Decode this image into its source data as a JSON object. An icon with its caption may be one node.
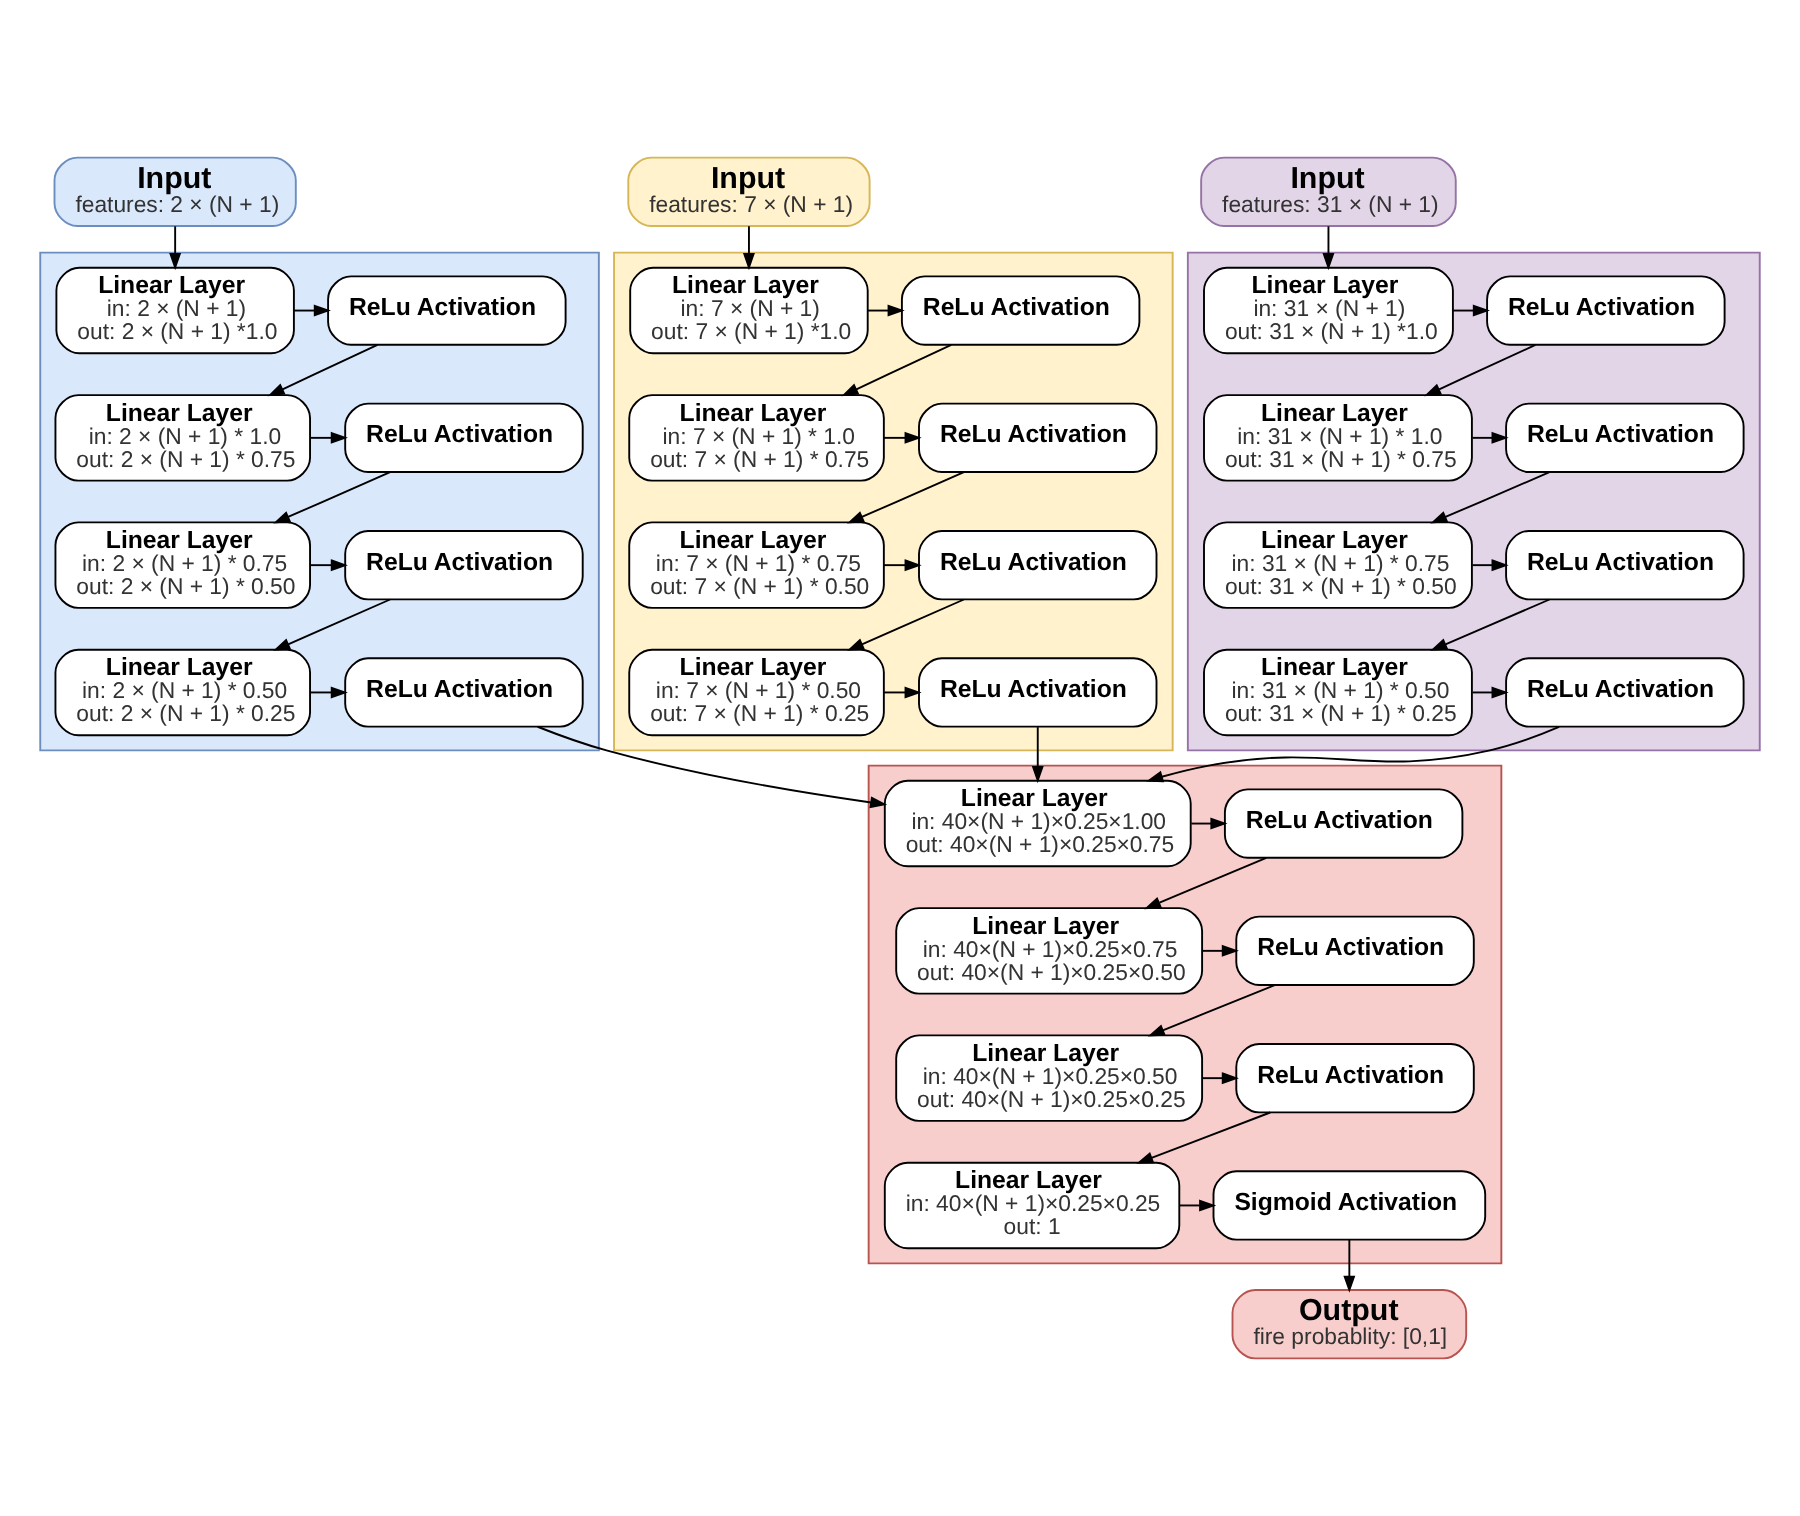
{
  "diagram": {
    "nodes": [
      {
        "text": [
          "Input",
          "features: 2 × (N + 1)"
        ]
      },
      {
        "text": [
          "Input",
          "features: 7 × (N + 1)"
        ]
      },
      {
        "text": [
          "Input",
          "features: 31 × (N + 1)"
        ]
      },
      {
        "text": [],
        "shape": "box"
      },
      {
        "text": [
          "Linear Layer",
          "in: 2 × (N + 1)",
          "out: 2 × (N + 1) *1.0"
        ],
        "in": 3
      },
      {
        "text": [
          "ReLu Activation"
        ],
        "in": 3
      },
      {
        "text": [
          "Linear Layer",
          "in: 2 × (N + 1) * 1.0",
          "out: 2 × (N + 1) * 0.75"
        ],
        "in": 3
      },
      {
        "text": [
          "ReLu Activation"
        ],
        "in": 3
      },
      {
        "text": [
          "Linear Layer",
          "in: 2 × (N + 1) * 0.75",
          "out: 2 × (N + 1) * 0.50"
        ],
        "in": 3
      },
      {
        "text": [
          "ReLu Activation"
        ],
        "in": 3
      },
      {
        "text": [
          "Linear Layer",
          "in: 2 × (N + 1) * 0.50",
          "out: 2 × (N + 1) * 0.25"
        ],
        "in": 3
      },
      {
        "text": [
          "ReLu Activation"
        ],
        "in": 3
      },
      {
        "text": [],
        "shape": "box"
      },
      {
        "text": [
          "Linear Layer",
          "in: 7 × (N + 1)",
          "out: 7 × (N + 1) *1.0"
        ],
        "in": 12
      },
      {
        "text": [
          "ReLu Activation"
        ],
        "in": 12
      },
      {
        "text": [
          "Linear Layer",
          "in: 7 × (N + 1) * 1.0",
          "out: 7 × (N + 1) * 0.75"
        ],
        "in": 12
      },
      {
        "text": [
          "ReLu Activation"
        ],
        "in": 12
      },
      {
        "text": [
          "Linear Layer",
          "in: 7 × (N + 1) * 0.75",
          "out: 7 × (N + 1) * 0.50"
        ],
        "in": 12
      },
      {
        "text": [
          "ReLu Activation"
        ],
        "in": 12
      },
      {
        "text": [
          "Linear Layer",
          "in: 7 × (N + 1) * 0.50",
          "out: 7 × (N + 1) * 0.25"
        ],
        "in": 12
      },
      {
        "text": [
          "ReLu Activation"
        ],
        "in": 12
      },
      {
        "text": [],
        "shape": "box"
      },
      {
        "text": [
          "Linear Layer",
          "in: 31 × (N + 1)",
          "out: 31 × (N + 1) *1.0"
        ],
        "in": 21
      },
      {
        "text": [
          "ReLu Activation"
        ],
        "in": 21
      },
      {
        "text": [
          "Linear Layer",
          "in: 31 × (N + 1) * 1.0",
          "out: 31 × (N + 1) * 0.75"
        ],
        "in": 21
      },
      {
        "text": [
          "ReLu Activation"
        ],
        "in": 21
      },
      {
        "text": [
          "Linear Layer",
          "in: 31 × (N + 1) * 0.75",
          "out: 31 × (N + 1) * 0.50"
        ],
        "in": 21
      },
      {
        "text": [
          "ReLu Activation"
        ],
        "in": 21
      },
      {
        "text": [
          "Linear Layer",
          "in: 31 × (N + 1) * 0.50",
          "out: 31 × (N + 1) * 0.25"
        ],
        "in": 21
      },
      {
        "text": [
          "ReLu Activation"
        ],
        "in": 21
      },
      {
        "text": [],
        "shape": "box"
      },
      {
        "text": [
          "Linear Layer",
          "in: 40×(N + 1)×0.25×1.00",
          "out: 40×(N + 1)×0.25×0.75"
        ],
        "in": 30
      },
      {
        "text": [
          "ReLu Activation"
        ],
        "in": 30
      },
      {
        "text": [
          "Linear Layer",
          "in: 40×(N + 1)×0.25×0.75",
          "out: 40×(N + 1)×0.25×0.50"
        ],
        "in": 30
      },
      {
        "text": [
          "ReLu Activation"
        ],
        "in": 30
      },
      {
        "text": [
          "Linear Layer",
          "in: 40×(N + 1)×0.25×0.50",
          "out: 40×(N + 1)×0.25×0.25"
        ],
        "in": 30
      },
      {
        "text": [
          "ReLu Activation"
        ],
        "in": 30
      },
      {
        "text": [
          "Linear Layer",
          "in: 40×(N + 1)×0.25×0.25",
          "out: 1"
        ],
        "in": 30
      },
      {
        "text": [
          "Sigmoid Activation"
        ],
        "in": 30
      },
      {
        "text": [
          "Output",
          "fire probablity: [0,1]"
        ]
      }
    ],
    "edges": [
      {
        "from": 0,
        "to": 4,
        "arrow": "to"
      },
      {
        "from": 4,
        "to": 5,
        "arrow": "to"
      },
      {
        "from": 5,
        "to": 6,
        "arrow": "to"
      },
      {
        "from": 6,
        "to": 7,
        "arrow": "to"
      },
      {
        "from": 7,
        "to": 8,
        "arrow": "to"
      },
      {
        "from": 8,
        "to": 9,
        "arrow": "to"
      },
      {
        "from": 9,
        "to": 10,
        "arrow": "to"
      },
      {
        "from": 10,
        "to": 11,
        "arrow": "to"
      },
      {
        "from": 1,
        "to": 13,
        "arrow": "to"
      },
      {
        "from": 13,
        "to": 14,
        "arrow": "to"
      },
      {
        "from": 14,
        "to": 15,
        "arrow": "to"
      },
      {
        "from": 15,
        "to": 16,
        "arrow": "to"
      },
      {
        "from": 16,
        "to": 17,
        "arrow": "to"
      },
      {
        "from": 17,
        "to": 18,
        "arrow": "to"
      },
      {
        "from": 18,
        "to": 19,
        "arrow": "to"
      },
      {
        "from": 19,
        "to": 20,
        "arrow": "to"
      },
      {
        "from": 2,
        "to": 22,
        "arrow": "to"
      },
      {
        "from": 22,
        "to": 23,
        "arrow": "to"
      },
      {
        "from": 23,
        "to": 24,
        "arrow": "to"
      },
      {
        "from": 24,
        "to": 25,
        "arrow": "to"
      },
      {
        "from": 25,
        "to": 26,
        "arrow": "to"
      },
      {
        "from": 26,
        "to": 27,
        "arrow": "to"
      },
      {
        "from": 27,
        "to": 28,
        "arrow": "to"
      },
      {
        "from": 28,
        "to": 29,
        "arrow": "to"
      },
      {
        "from": 11,
        "to": 31,
        "arrow": "to"
      },
      {
        "from": 20,
        "to": 31,
        "arrow": "to"
      },
      {
        "from": 29,
        "to": 31,
        "arrow": "to"
      },
      {
        "from": 31,
        "to": 32,
        "arrow": "to"
      },
      {
        "from": 32,
        "to": 33,
        "arrow": "to"
      },
      {
        "from": 33,
        "to": 34,
        "arrow": "to"
      },
      {
        "from": 34,
        "to": 35,
        "arrow": "to"
      },
      {
        "from": 35,
        "to": 36,
        "arrow": "to"
      },
      {
        "from": 36,
        "to": 37,
        "arrow": "to"
      },
      {
        "from": 37,
        "to": 38,
        "arrow": "to"
      },
      {
        "from": 38,
        "to": 39,
        "arrow": "to"
      }
    ]
  }
}
